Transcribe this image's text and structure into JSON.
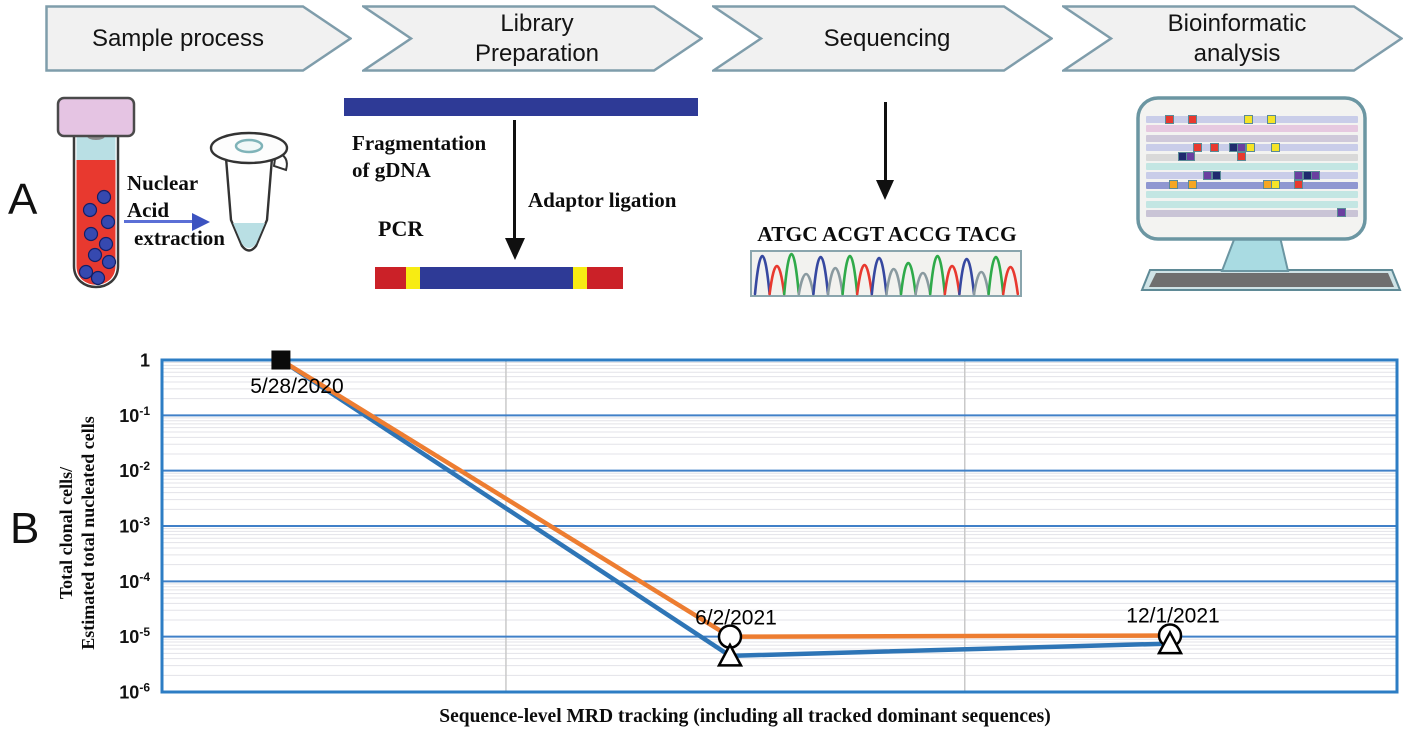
{
  "figure": {
    "panel_a_label": "A",
    "panel_b_label": "B"
  },
  "workflow": {
    "fill": "#f1f1f1",
    "border": "#7f9dab",
    "steps": [
      {
        "label": "Sample process"
      },
      {
        "label": "Library\nPreparation"
      },
      {
        "label": "Sequencing"
      },
      {
        "label": "Bioinformatic\nanalysis"
      }
    ]
  },
  "sample_process": {
    "caption_line1": "Nuclear",
    "caption_line2": "Acid",
    "caption_line3": "extraction"
  },
  "library_prep": {
    "bar_color": "#2e3a96",
    "fragmentation_label": "Fragmentation of gDNA",
    "adaptor_label": "Adaptor ligation",
    "pcr_label": "PCR",
    "adapter_segments": [
      {
        "color": "#cb2128",
        "width": 31
      },
      {
        "color": "#f7ec13",
        "width": 14
      },
      {
        "color": "#2e3a96",
        "width": 153
      },
      {
        "color": "#f7ec13",
        "width": 14
      },
      {
        "color": "#cb2128",
        "width": 36
      }
    ]
  },
  "sequencing": {
    "sequence_text": "ATGC ACGT ACCG TACG T",
    "trace_peaks": [
      {
        "c": "#3648a0",
        "h": 38
      },
      {
        "c": "#e8392f",
        "h": 28
      },
      {
        "c": "#2faa4a",
        "h": 40
      },
      {
        "c": "#8a9aa0",
        "h": 20
      },
      {
        "c": "#3648a0",
        "h": 37
      },
      {
        "c": "#8a9aa0",
        "h": 26
      },
      {
        "c": "#2faa4a",
        "h": 38
      },
      {
        "c": "#e8392f",
        "h": 29
      },
      {
        "c": "#3648a0",
        "h": 36
      },
      {
        "c": "#8a9aa0",
        "h": 25
      },
      {
        "c": "#2faa4a",
        "h": 31
      },
      {
        "c": "#8a9aa0",
        "h": 21
      },
      {
        "c": "#2faa4a",
        "h": 38
      },
      {
        "c": "#e8392f",
        "h": 28
      },
      {
        "c": "#3648a0",
        "h": 35
      },
      {
        "c": "#8a9aa0",
        "h": 22
      },
      {
        "c": "#2faa4a",
        "h": 37
      },
      {
        "c": "#e8392f",
        "h": 27
      }
    ]
  },
  "bioinformatics": {
    "monitor_rows": [
      {
        "color": "#c9cde9",
        "squares": [
          {
            "f": 0.09,
            "c": "#e8392f"
          },
          {
            "f": 0.2,
            "c": "#e8392f"
          },
          {
            "f": 0.46,
            "c": "#f5e427"
          },
          {
            "f": 0.57,
            "c": "#f5e427"
          }
        ]
      },
      {
        "color": "#e6c9e0",
        "squares": []
      },
      {
        "color": "#cfc9da",
        "squares": []
      },
      {
        "color": "#c9cde9",
        "squares": [
          {
            "f": 0.22,
            "c": "#e8392f"
          },
          {
            "f": 0.3,
            "c": "#e8392f"
          },
          {
            "f": 0.39,
            "c": "#1f2a6e"
          },
          {
            "f": 0.43,
            "c": "#6a3fa0"
          },
          {
            "f": 0.47,
            "c": "#f5e427"
          },
          {
            "f": 0.59,
            "c": "#f5e427"
          }
        ]
      },
      {
        "color": "#d9d9d9",
        "squares": [
          {
            "f": 0.15,
            "c": "#1f2a6e"
          },
          {
            "f": 0.19,
            "c": "#6a3fa0"
          },
          {
            "f": 0.43,
            "c": "#e8392f"
          }
        ]
      },
      {
        "color": "#c3e6e3",
        "squares": []
      },
      {
        "color": "#c9cde9",
        "squares": [
          {
            "f": 0.27,
            "c": "#6a3fa0"
          },
          {
            "f": 0.31,
            "c": "#1f2a6e"
          },
          {
            "f": 0.7,
            "c": "#6a3fa0"
          },
          {
            "f": 0.74,
            "c": "#1f2a6e"
          },
          {
            "f": 0.78,
            "c": "#6a3fa0"
          }
        ]
      },
      {
        "color": "#8f97d1",
        "squares": [
          {
            "f": 0.11,
            "c": "#f5a623"
          },
          {
            "f": 0.2,
            "c": "#f5a623"
          },
          {
            "f": 0.55,
            "c": "#f5a623"
          },
          {
            "f": 0.59,
            "c": "#f5e427"
          },
          {
            "f": 0.7,
            "c": "#e8392f"
          }
        ]
      },
      {
        "color": "#c3e6e3",
        "squares": []
      },
      {
        "color": "#c3e6e3",
        "squares": []
      },
      {
        "color": "#c9c4d6",
        "squares": [
          {
            "f": 0.9,
            "c": "#6a3fa0"
          }
        ]
      }
    ]
  },
  "chart_data": {
    "type": "line",
    "title": "",
    "xlabel": "Sequence-level MRD tracking (including all tracked dominant sequences)",
    "ylabel_lines": [
      "Total clonal cells/",
      "Estimated total nucleated cells"
    ],
    "yscale": "log",
    "ylim": [
      1e-06,
      1
    ],
    "yticks": [
      "1",
      "10^-1",
      "10^-2",
      "10^-3",
      "10^-4",
      "10^-5",
      "10^-6"
    ],
    "categories": [
      "5/28/2020",
      "6/2/2021",
      "12/1/2021"
    ],
    "x_fractions": [
      0.0963,
      0.4599,
      0.8162
    ],
    "vgrid_fractions": [
      0.2785,
      0.65
    ],
    "series": [
      {
        "name": "circle-series",
        "color": "#ED7D31",
        "marker": "circle",
        "values": [
          1,
          1e-05,
          1.05e-05
        ]
      },
      {
        "name": "triangle-series",
        "color": "#2E75B6",
        "marker": "triangle",
        "values": [
          1,
          4.5e-06,
          7.5e-06
        ]
      }
    ],
    "first_point_marker": "black-square",
    "point_labels": [
      {
        "text": "5/28/2020",
        "x_fraction": 0.0963,
        "dx": 16,
        "dy": 33
      },
      {
        "text": "6/2/2021",
        "x_fraction": 0.4599,
        "dx": 6,
        "dy": -12
      },
      {
        "text": "12/1/2021",
        "x_fraction": 0.8162,
        "dx": 3,
        "dy": -13
      }
    ],
    "grid": true,
    "legend": "none",
    "border_color": "#2d7dc4",
    "major_grid_color": "#4080c8",
    "minor_grid_color": "#e3e3e8",
    "vgrid_color": "#c9c9c9"
  }
}
